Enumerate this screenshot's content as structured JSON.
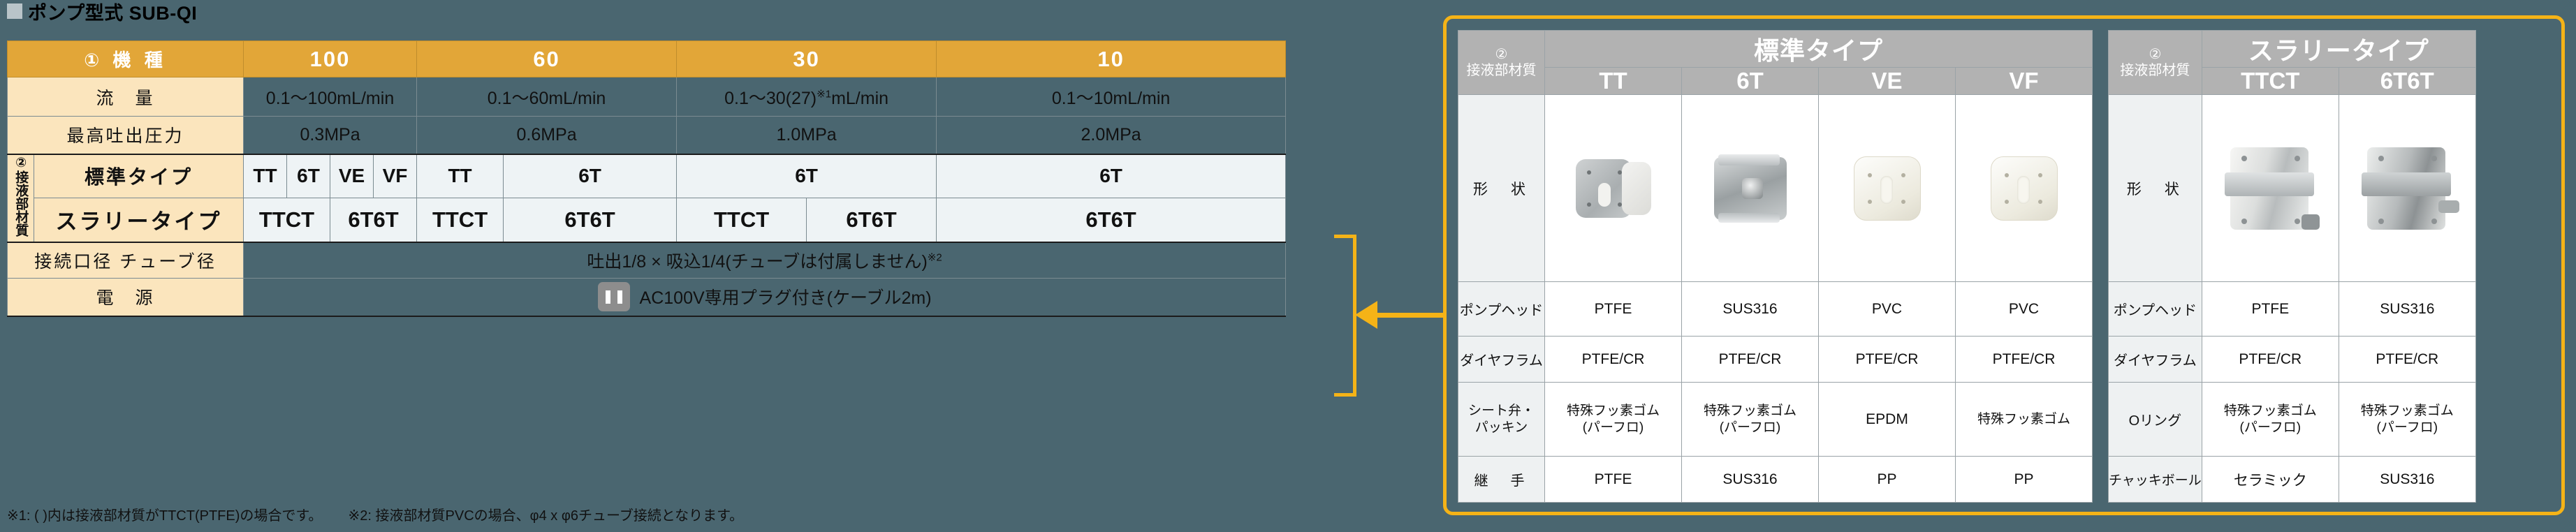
{
  "heading": {
    "marker": "square-marker",
    "title": "ポンプ型式 SUB-QI"
  },
  "left_table": {
    "header": {
      "label": "① 機 種",
      "models": [
        "100",
        "60",
        "30",
        "10"
      ]
    },
    "rows": [
      {
        "label": "流　量",
        "values": [
          "0.1〜100mL/min",
          "0.1〜60mL/min",
          "0.1〜30(27)",
          "0.1〜10mL/min"
        ],
        "note_model_30": "※1",
        "suffix_model_30": "mL/min"
      },
      {
        "label": "最高吐出圧力",
        "values": [
          "0.3MPa",
          "0.6MPa",
          "1.0MPa",
          "2.0MPa"
        ]
      }
    ],
    "material_group": {
      "rot_label": "②接液部材質",
      "standard": {
        "label": "標準タイプ",
        "cells": [
          "TT",
          "6T",
          "VE",
          "VF",
          "TT",
          "6T",
          "6T",
          "6T"
        ]
      },
      "slurry": {
        "label": "スラリータイプ",
        "cells": [
          "TTCT",
          "6T6T",
          "TTCT",
          "6T6T",
          "TTCT",
          "6T6T",
          "6T6T"
        ]
      }
    },
    "connection": {
      "label": "接続口径 チューブ径",
      "value": "吐出1/8 × 吸込1/4(チューブは付属しません)",
      "note": "※2"
    },
    "power": {
      "label": "電　源",
      "icon": "power-plug-icon",
      "value": "AC100V専用プラグ付き(ケーブル2m)"
    }
  },
  "footnotes": {
    "note1": "※1: ( )内は接液部材質がTTCT(PTFE)の場合です。",
    "note2": "※2: 接液部材質PVCの場合、φ4 x φ6チューブ接続となります。"
  },
  "callout": {
    "bracket": "yellow-bracket",
    "arrow": "left-arrow"
  },
  "right_panel": {
    "standard": {
      "material_header": {
        "circle": "②",
        "label": "接液部材質"
      },
      "type_title": "標準タイプ",
      "codes": [
        "TT",
        "6T",
        "VE",
        "VF"
      ],
      "rows": [
        {
          "label": "形　状",
          "values": [
            "",
            "",
            "",
            ""
          ]
        },
        {
          "label": "ポンプヘッド",
          "values": [
            "PTFE",
            "SUS316",
            "PVC",
            "PVC"
          ]
        },
        {
          "label": "ダイヤフラム",
          "values": [
            "PTFE/CR",
            "PTFE/CR",
            "PTFE/CR",
            "PTFE/CR"
          ]
        },
        {
          "label": "シート弁・\nパッキン",
          "label_l1": "シート弁・",
          "label_l2": "パッキン",
          "values": [
            "特殊フッ素ゴム\n(パーフロ)",
            "特殊フッ素ゴム\n(パーフロ)",
            "EPDM",
            "特殊フッ素ゴム"
          ]
        },
        {
          "label": "継　手",
          "values": [
            "PTFE",
            "SUS316",
            "PP",
            "PP"
          ]
        }
      ]
    },
    "slurry": {
      "material_header": {
        "circle": "②",
        "label": "接液部材質"
      },
      "type_title": "スラリータイプ",
      "codes": [
        "TTCT",
        "6T6T"
      ],
      "rows": [
        {
          "label": "形　状",
          "values": [
            "",
            ""
          ]
        },
        {
          "label": "ポンプヘッド",
          "values": [
            "PTFE",
            "SUS316"
          ]
        },
        {
          "label": "ダイヤフラム",
          "values": [
            "PTFE/CR",
            "PTFE/CR"
          ]
        },
        {
          "label": "Oリング",
          "values": [
            "特殊フッ素ゴム\n(パーフロ)",
            "特殊フッ素ゴム\n(パーフロ)"
          ]
        },
        {
          "label": "チャッキボール",
          "values": [
            "セラミック",
            "SUS316"
          ]
        }
      ]
    }
  },
  "colors": {
    "accent_orange": "#e2a638",
    "bracket_yellow": "#f5b317",
    "slate_bg": "#4a6670",
    "cream": "#fbe5bd",
    "header_gray": "#b2b2b2"
  }
}
